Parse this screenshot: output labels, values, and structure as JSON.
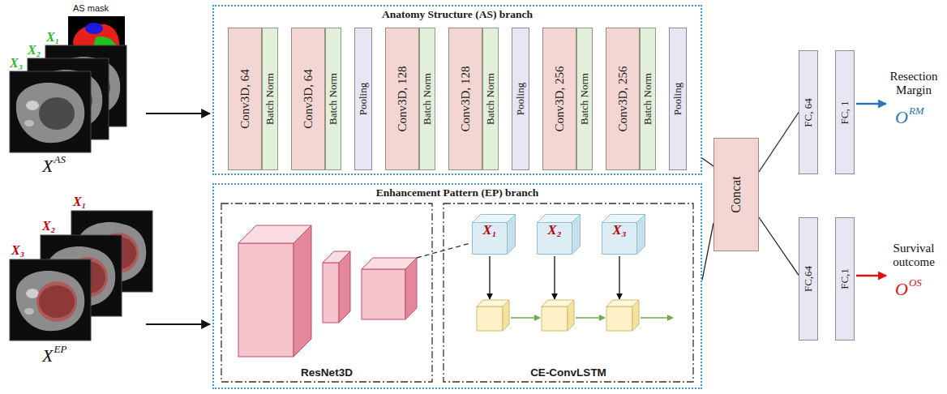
{
  "diagram": {
    "nodes": [
      {
        "text": [
          "Anatomy Structure (AS) branch"
        ]
      },
      {
        "text": [
          "Conv3D, 64"
        ],
        "in": 0
      },
      {
        "text": [
          "Batch Norm"
        ],
        "in": 0
      },
      {
        "text": [
          "Conv3D, 64"
        ],
        "in": 0
      },
      {
        "text": [
          "Batch Norm"
        ],
        "in": 0
      },
      {
        "text": [
          "Pooling"
        ],
        "in": 0
      },
      {
        "text": [
          "Conv3D, 128"
        ],
        "in": 0
      },
      {
        "text": [
          "Batch Norm"
        ],
        "in": 0
      },
      {
        "text": [
          "Conv3D, 128"
        ],
        "in": 0
      },
      {
        "text": [
          "Batch Norm"
        ],
        "in": 0
      },
      {
        "text": [
          "Pooling"
        ],
        "in": 0
      },
      {
        "text": [
          "Conv3D, 256"
        ],
        "in": 0
      },
      {
        "text": [
          "Batch Norm"
        ],
        "in": 0
      },
      {
        "text": [
          "Conv3D, 256"
        ],
        "in": 0
      },
      {
        "text": [
          "Batch Norm"
        ],
        "in": 0
      },
      {
        "text": [
          "Pooling"
        ],
        "in": 0
      },
      {
        "text": [
          "Enhancement Pattern (EP) branch"
        ]
      },
      {
        "text": [
          "ResNet3D"
        ],
        "in": 16
      },
      {
        "text": [
          "CE-ConvLSTM"
        ],
        "in": 16
      },
      {
        "text": [
          "X₁"
        ],
        "in": 18
      },
      {
        "text": [
          "X₂"
        ],
        "in": 18
      },
      {
        "text": [
          "X₃"
        ],
        "in": 18
      },
      {
        "text": [
          "Concat"
        ]
      },
      {
        "text": [
          "FC, 64"
        ]
      },
      {
        "text": [
          "FC, 1"
        ]
      },
      {
        "text": [
          "FC,64"
        ]
      },
      {
        "text": [
          "FC,1"
        ]
      }
    ],
    "edges": [
      {
        "from": 0,
        "to": 22,
        "arrow": "none"
      },
      {
        "from": 16,
        "to": 22,
        "arrow": "none"
      },
      {
        "from": 22,
        "to": 23,
        "arrow": "none"
      },
      {
        "from": 22,
        "to": 25,
        "arrow": "none"
      }
    ],
    "labels": [
      "AS mask",
      "X₁",
      "X₂",
      "X₃",
      "X",
      "AS",
      "X₁",
      "X₂",
      "X₃",
      "X",
      "EP",
      "Resection Margin",
      "O",
      "RM",
      "Survival outcome",
      "O",
      "OS"
    ]
  }
}
